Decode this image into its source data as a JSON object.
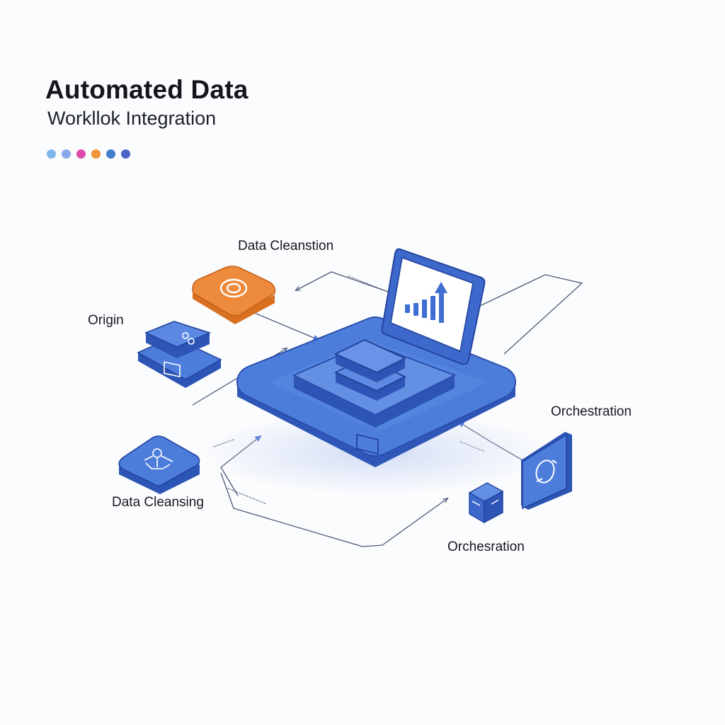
{
  "header": {
    "title": "Automated Data",
    "subtitle": "Workllok Integration"
  },
  "accent_dots": [
    "#7fb7ec",
    "#8aa6e8",
    "#e04aa8",
    "#f0933a",
    "#3f7fc9",
    "#4d63c8"
  ],
  "colors": {
    "primary_blue": "#4a78d6",
    "dark_blue": "#2a4fae",
    "orange": "#ee8a3c",
    "line": "#4a5a7a"
  },
  "nodes": {
    "data_cleanstion": "Data Cleanstion",
    "origin": "Origin",
    "data_cleansing": "Data Cleansing",
    "orchestration_right": "Orchestration",
    "orchesration_bottom": "Orchesration"
  },
  "icons": {
    "orange_tile": "gear-icon",
    "origin_tile": "data-grid-icon",
    "cleansing_tile": "network-icon",
    "monitor": "bar-chart-icon",
    "stack": "database-stack-icon",
    "cube": "package-icon",
    "panel": "orbit-icon"
  }
}
